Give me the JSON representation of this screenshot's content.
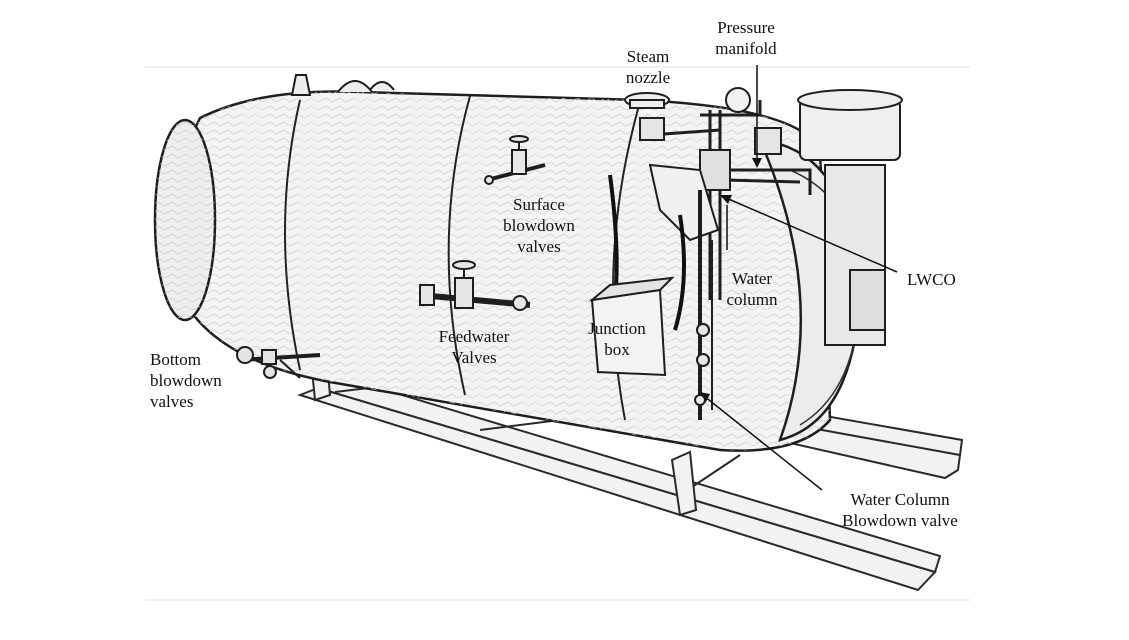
{
  "labels": {
    "pressure_manifold": [
      "Pressure",
      "manifold"
    ],
    "steam_nozzle": [
      "Steam",
      "nozzle"
    ],
    "surface_blowdown": [
      "Surface",
      "blowdown",
      "valves"
    ],
    "lwco": "LWCO",
    "water_column": [
      "Water",
      "column"
    ],
    "junction_box": [
      "Junction",
      "box"
    ],
    "feedwater": [
      "Feedwater",
      "Valves"
    ],
    "bottom_blowdown": [
      "Bottom",
      "blowdown",
      "valves"
    ],
    "wc_blowdown": [
      "Water Column",
      "Blowdown valve"
    ]
  },
  "colors": {
    "ink": "#111111",
    "shell": "#f4f4f4",
    "line": "#2a2a2a"
  }
}
